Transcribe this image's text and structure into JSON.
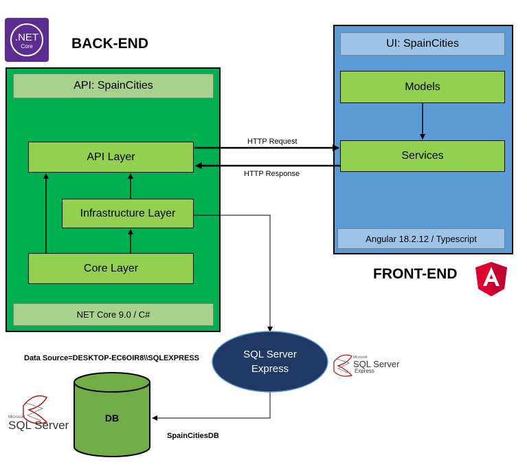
{
  "backend": {
    "title": "BACK-END",
    "logo_text": ".NET",
    "logo_sub": "Core",
    "api_title": "API: SpainCities",
    "api_layer": "API Layer",
    "infra_layer": "Infrastructure Layer",
    "core_layer": "Core Layer",
    "footer": "NET Core 9.0 / C#"
  },
  "frontend": {
    "title": "FRONT-END",
    "ui_title": "UI: SpainCities",
    "models": "Models",
    "services": "Services",
    "footer": "Angular 18.2.12 / Typescript"
  },
  "connections": {
    "http_request": "HTTP Request",
    "http_response": "HTTP Response",
    "db_link": "SpainCitiesDB"
  },
  "database": {
    "server_line1": "SQL Server",
    "server_line2": "Express",
    "db_label": "DB",
    "data_source": "Data Source=DESKTOP-EC6OIR8\\\\SQLEXPRESS",
    "logo_small_brand": "Microsoft",
    "logo_small_name": "SQL Server",
    "logo_small_edition": "Express",
    "logo_big_brand": "Microsoft",
    "logo_big_name": "SQL Server"
  },
  "colors": {
    "backend_green": "#00b050",
    "layer_green": "#92d050",
    "frontend_blue": "#5b9bd5",
    "server_navy": "#1f3864",
    "db_green": "#70ad47",
    "angular_red": "#dd0031"
  }
}
